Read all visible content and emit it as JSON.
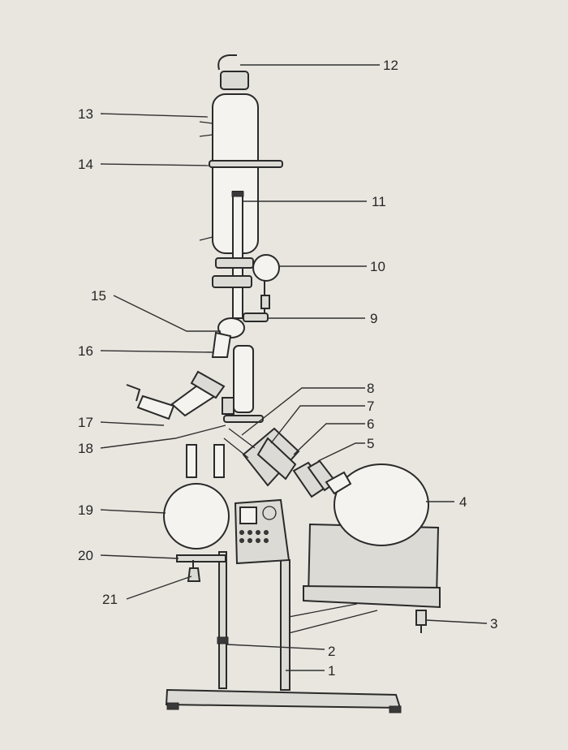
{
  "callouts": [
    {
      "id": "1",
      "text": "1"
    },
    {
      "id": "2",
      "text": "2"
    },
    {
      "id": "3",
      "text": "3"
    },
    {
      "id": "4",
      "text": "4"
    },
    {
      "id": "5",
      "text": "5"
    },
    {
      "id": "6",
      "text": "6"
    },
    {
      "id": "7",
      "text": "7"
    },
    {
      "id": "8",
      "text": "8"
    },
    {
      "id": "9",
      "text": "9"
    },
    {
      "id": "10",
      "text": "10"
    },
    {
      "id": "11",
      "text": "11"
    },
    {
      "id": "12",
      "text": "12"
    },
    {
      "id": "13",
      "text": "13"
    },
    {
      "id": "14",
      "text": "14"
    },
    {
      "id": "15",
      "text": "15"
    },
    {
      "id": "16",
      "text": "16"
    },
    {
      "id": "17",
      "text": "17"
    },
    {
      "id": "18",
      "text": "18"
    },
    {
      "id": "19",
      "text": "19"
    },
    {
      "id": "20",
      "text": "20"
    },
    {
      "id": "21",
      "text": "21"
    }
  ],
  "colors": {
    "paper": "#e9e6e0",
    "ink": "#2a2a2a"
  }
}
